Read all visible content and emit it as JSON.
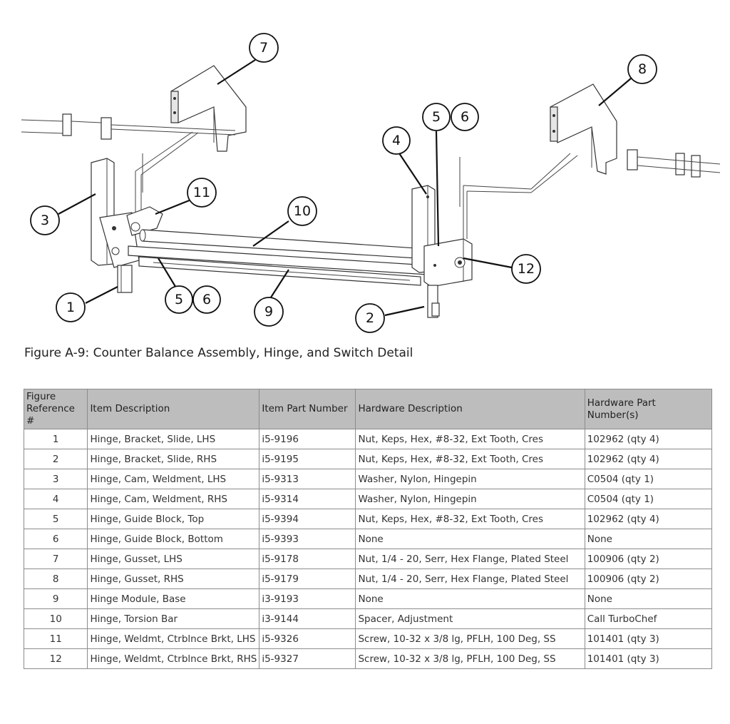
{
  "figure": {
    "caption": "Figure A-9: Counter Balance Assembly, Hinge, and Switch Detail",
    "callouts": [
      "7",
      "8",
      "5",
      "6",
      "4",
      "11",
      "10",
      "3",
      "12",
      "1",
      "5",
      "6",
      "9",
      "2"
    ]
  },
  "table": {
    "headers": [
      "Figure\nReference #",
      "Item Description",
      "Item Part Number",
      "Hardware Description",
      "Hardware Part Number(s)"
    ],
    "rows": [
      [
        "1",
        "Hinge, Bracket, Slide, LHS",
        "i5-9196",
        "Nut, Keps, Hex, #8-32, Ext Tooth, Cres",
        "102962 (qty 4)"
      ],
      [
        "2",
        "Hinge, Bracket, Slide, RHS",
        "i5-9195",
        "Nut, Keps, Hex, #8-32, Ext Tooth, Cres",
        "102962 (qty 4)"
      ],
      [
        "3",
        "Hinge, Cam, Weldment, LHS",
        "i5-9313",
        "Washer, Nylon, Hingepin",
        "C0504 (qty 1)"
      ],
      [
        "4",
        "Hinge, Cam, Weldment, RHS",
        "i5-9314",
        "Washer, Nylon, Hingepin",
        "C0504 (qty 1)"
      ],
      [
        "5",
        "Hinge, Guide Block, Top",
        "i5-9394",
        "Nut, Keps, Hex, #8-32, Ext Tooth, Cres",
        "102962 (qty 4)"
      ],
      [
        "6",
        "Hinge, Guide Block, Bottom",
        "i5-9393",
        "None",
        "None"
      ],
      [
        "7",
        "Hinge, Gusset, LHS",
        "i5-9178",
        "Nut, 1/4 - 20, Serr, Hex Flange, Plated Steel",
        "100906 (qty 2)"
      ],
      [
        "8",
        "Hinge, Gusset, RHS",
        "i5-9179",
        "Nut, 1/4 - 20, Serr, Hex Flange, Plated Steel",
        "100906 (qty 2)"
      ],
      [
        "9",
        "Hinge Module, Base",
        "i3-9193",
        "None",
        "None"
      ],
      [
        "10",
        "Hinge, Torsion Bar",
        "i3-9144",
        "Spacer, Adjustment",
        "Call TurboChef"
      ],
      [
        "11",
        "Hinge, Weldmt, Ctrblnce Brkt, LHS",
        "i5-9326",
        "Screw, 10-32 x 3/8 lg, PFLH, 100 Deg, SS",
        "101401 (qty 3)"
      ],
      [
        "12",
        "Hinge, Weldmt, Ctrblnce Brkt, RHS",
        "i5-9327",
        "Screw, 10-32 x 3/8 lg, PFLH, 100 Deg, SS",
        "101401 (qty 3)"
      ]
    ]
  }
}
